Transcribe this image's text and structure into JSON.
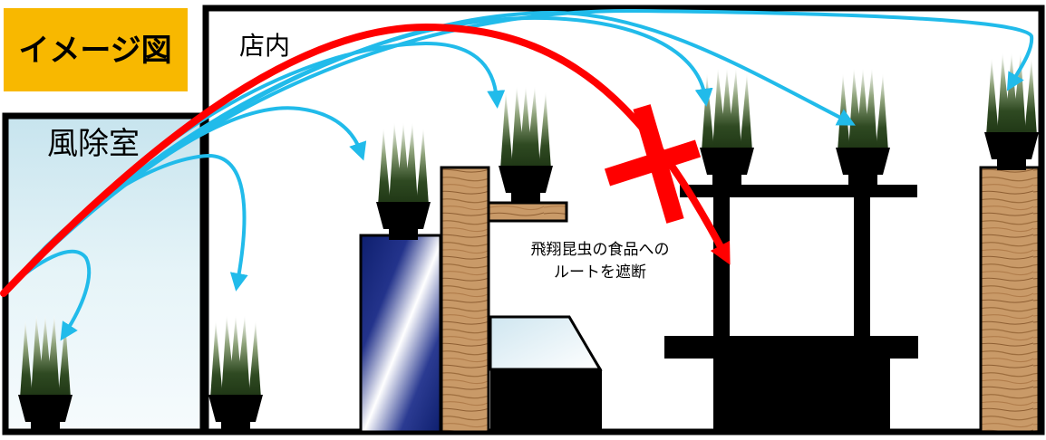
{
  "badge": {
    "label": "イメージ図",
    "color": "#F8B800"
  },
  "rooms": {
    "vestibule": {
      "label": "風除室",
      "color": "#D9EEF4"
    },
    "store": {
      "label": "店内"
    }
  },
  "annotation": {
    "line1": "飛翔昆虫の食品への",
    "line2": "ルートを遮断"
  },
  "colors": {
    "insect_route": "#21BBEA",
    "blocked_route": "#FF0000",
    "cross_mark": "#FF0000",
    "outline": "#000000",
    "wood": "#C99A68"
  },
  "icons": {
    "plant": "insect-trap-plant-icon",
    "cross": "cross-mark-icon"
  }
}
